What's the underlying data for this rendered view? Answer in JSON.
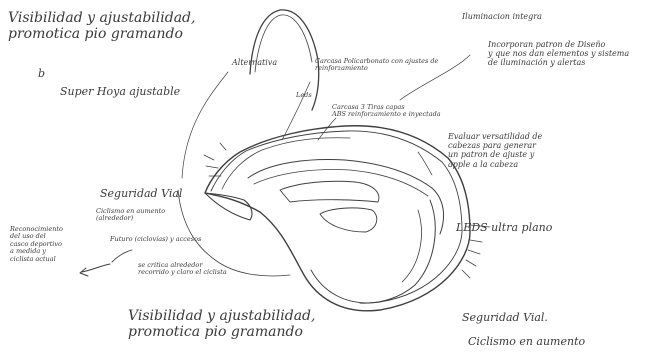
{
  "notes": {
    "top_left": "Visibilidad y ajustabilidad,\npromotica pio gramando",
    "letter_b": "b",
    "super_hoja": "Super Hoya ajustable",
    "alternative": "Alternativa",
    "top_right_title": "Iluminacion integra",
    "casco_poli": "Carcasa Policarbonato con ajustes de\nreinforzamiento",
    "leds_small": "Leds",
    "casco_abs": "Carcasa 3 Tiras capas\nABS reinforzamiento e inyectada",
    "patron": "Incorporan patron de Diseño\ny que nos dan elementos y sistema\nde iluminación y alertas",
    "evaluar": "Evaluar versatilidad de\ncabezas para generar\nun patron de ajuste y\napple a la cabeza",
    "leds_ultra": "LEDS ultra plano",
    "seguridad_top": "Seguridad Vial",
    "ciclismo_top": "Ciclismo en aumento\n(alrededor)",
    "futuro": "Futuro (ciclovías) y accesos",
    "left_margin": "Reconocimiento\ndel uso del\ncasco deportivo\na medida y\nciclista actual",
    "critica": "se critica alrededor\nrecorrido y claro el ciclista",
    "bottom_left": "Visibilidad y ajustabilidad,\npromotica pio gramando",
    "seguridad_bottom": "Seguridad Vial.",
    "ciclismo_bottom": "Ciclismo en aumento"
  },
  "colors": {
    "ink": "#3a3a3a",
    "paper": "#ffffff"
  }
}
